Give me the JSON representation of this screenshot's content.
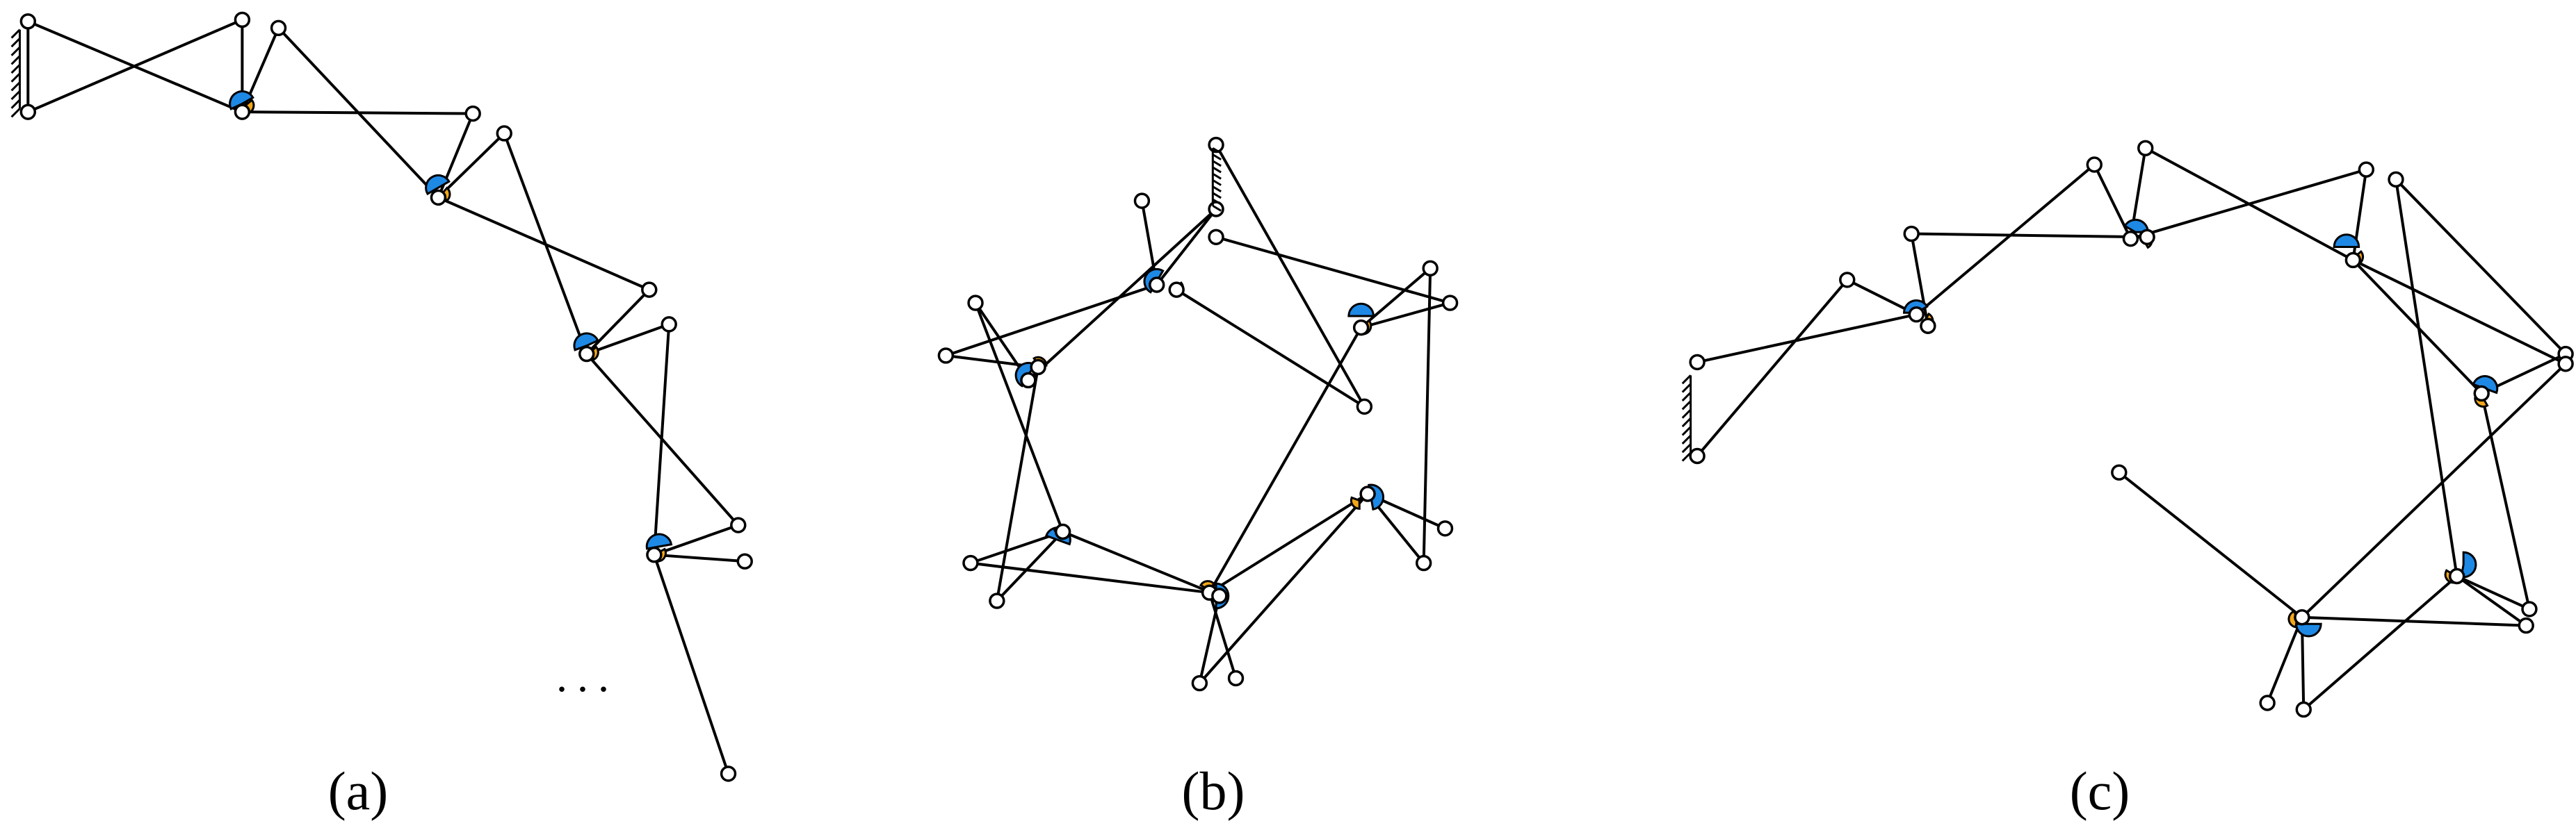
{
  "captions": {
    "a": "(a)",
    "b": "(b)",
    "c": "(c)"
  },
  "ellipsis": "...",
  "colors": {
    "link": "#000000",
    "joint_fill": "#ffffff",
    "blue_marker": "#1e88e5",
    "orange_marker": "#f2a71b"
  }
}
